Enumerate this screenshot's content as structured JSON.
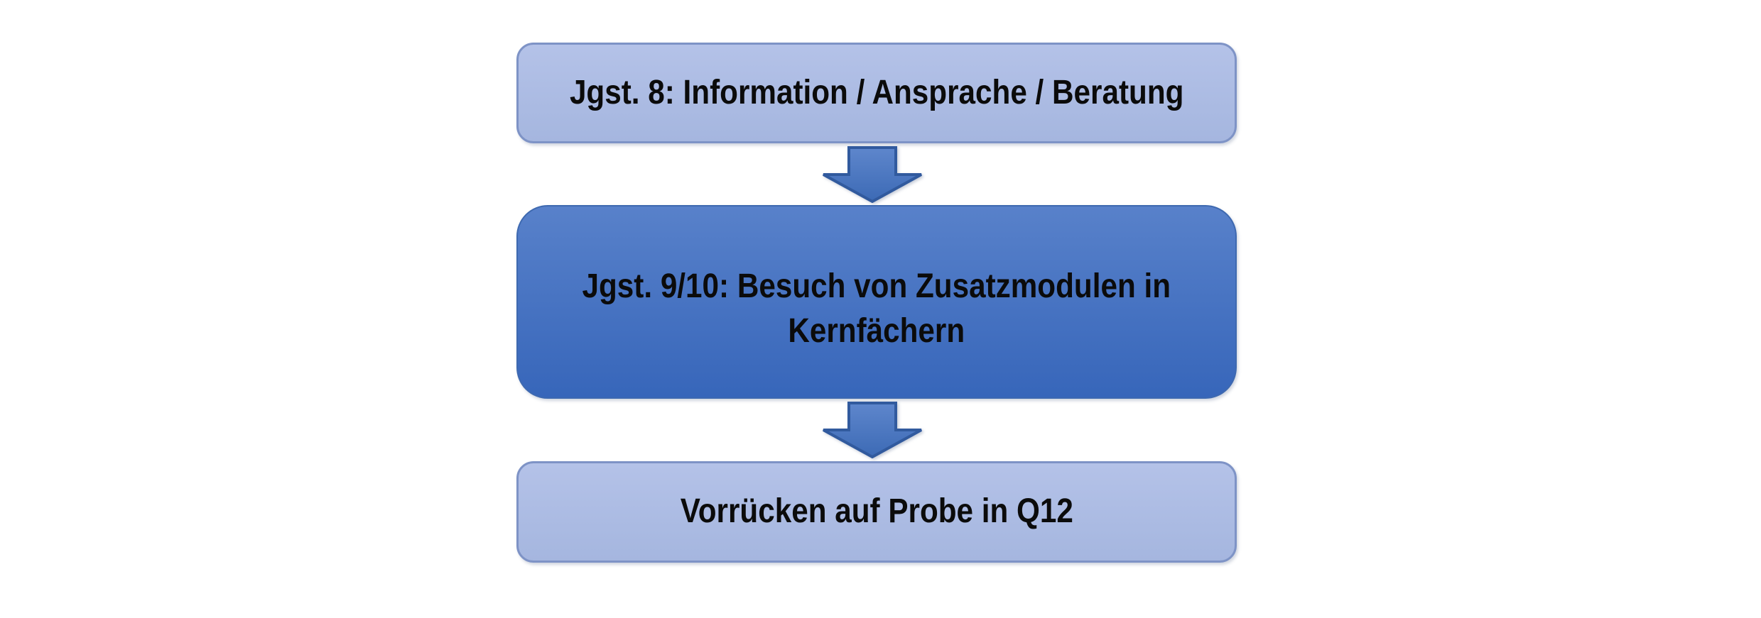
{
  "diagram": {
    "type": "flowchart",
    "direction": "top-down",
    "steps": [
      {
        "label": "Jgst. 8: Information / Ansprache / Beratung",
        "emphasis": "light"
      },
      {
        "label_line1": "Jgst. 9/10: Besuch von Zusatzmodulen in",
        "label_line2": "Kernfächern",
        "emphasis": "dark"
      },
      {
        "label": "Vorrücken auf Probe in Q12",
        "emphasis": "light"
      }
    ],
    "connectors": [
      {
        "icon": "down-block-arrow"
      },
      {
        "icon": "down-block-arrow"
      }
    ],
    "colors": {
      "background": "#FFFFFF",
      "light_box_fill_top": "#B4C2E8",
      "light_box_fill_bottom": "#A5B6DF",
      "light_box_border": "#7E93C6",
      "dark_box_fill_top": "#5881CA",
      "dark_box_fill_bottom": "#3766BA",
      "dark_box_border": "#3E69B0",
      "arrow_fill_top": "#5E86CC",
      "arrow_fill_bottom": "#3C6AB5",
      "arrow_border": "#315A9E",
      "text_color": "#0B0B0B"
    }
  }
}
